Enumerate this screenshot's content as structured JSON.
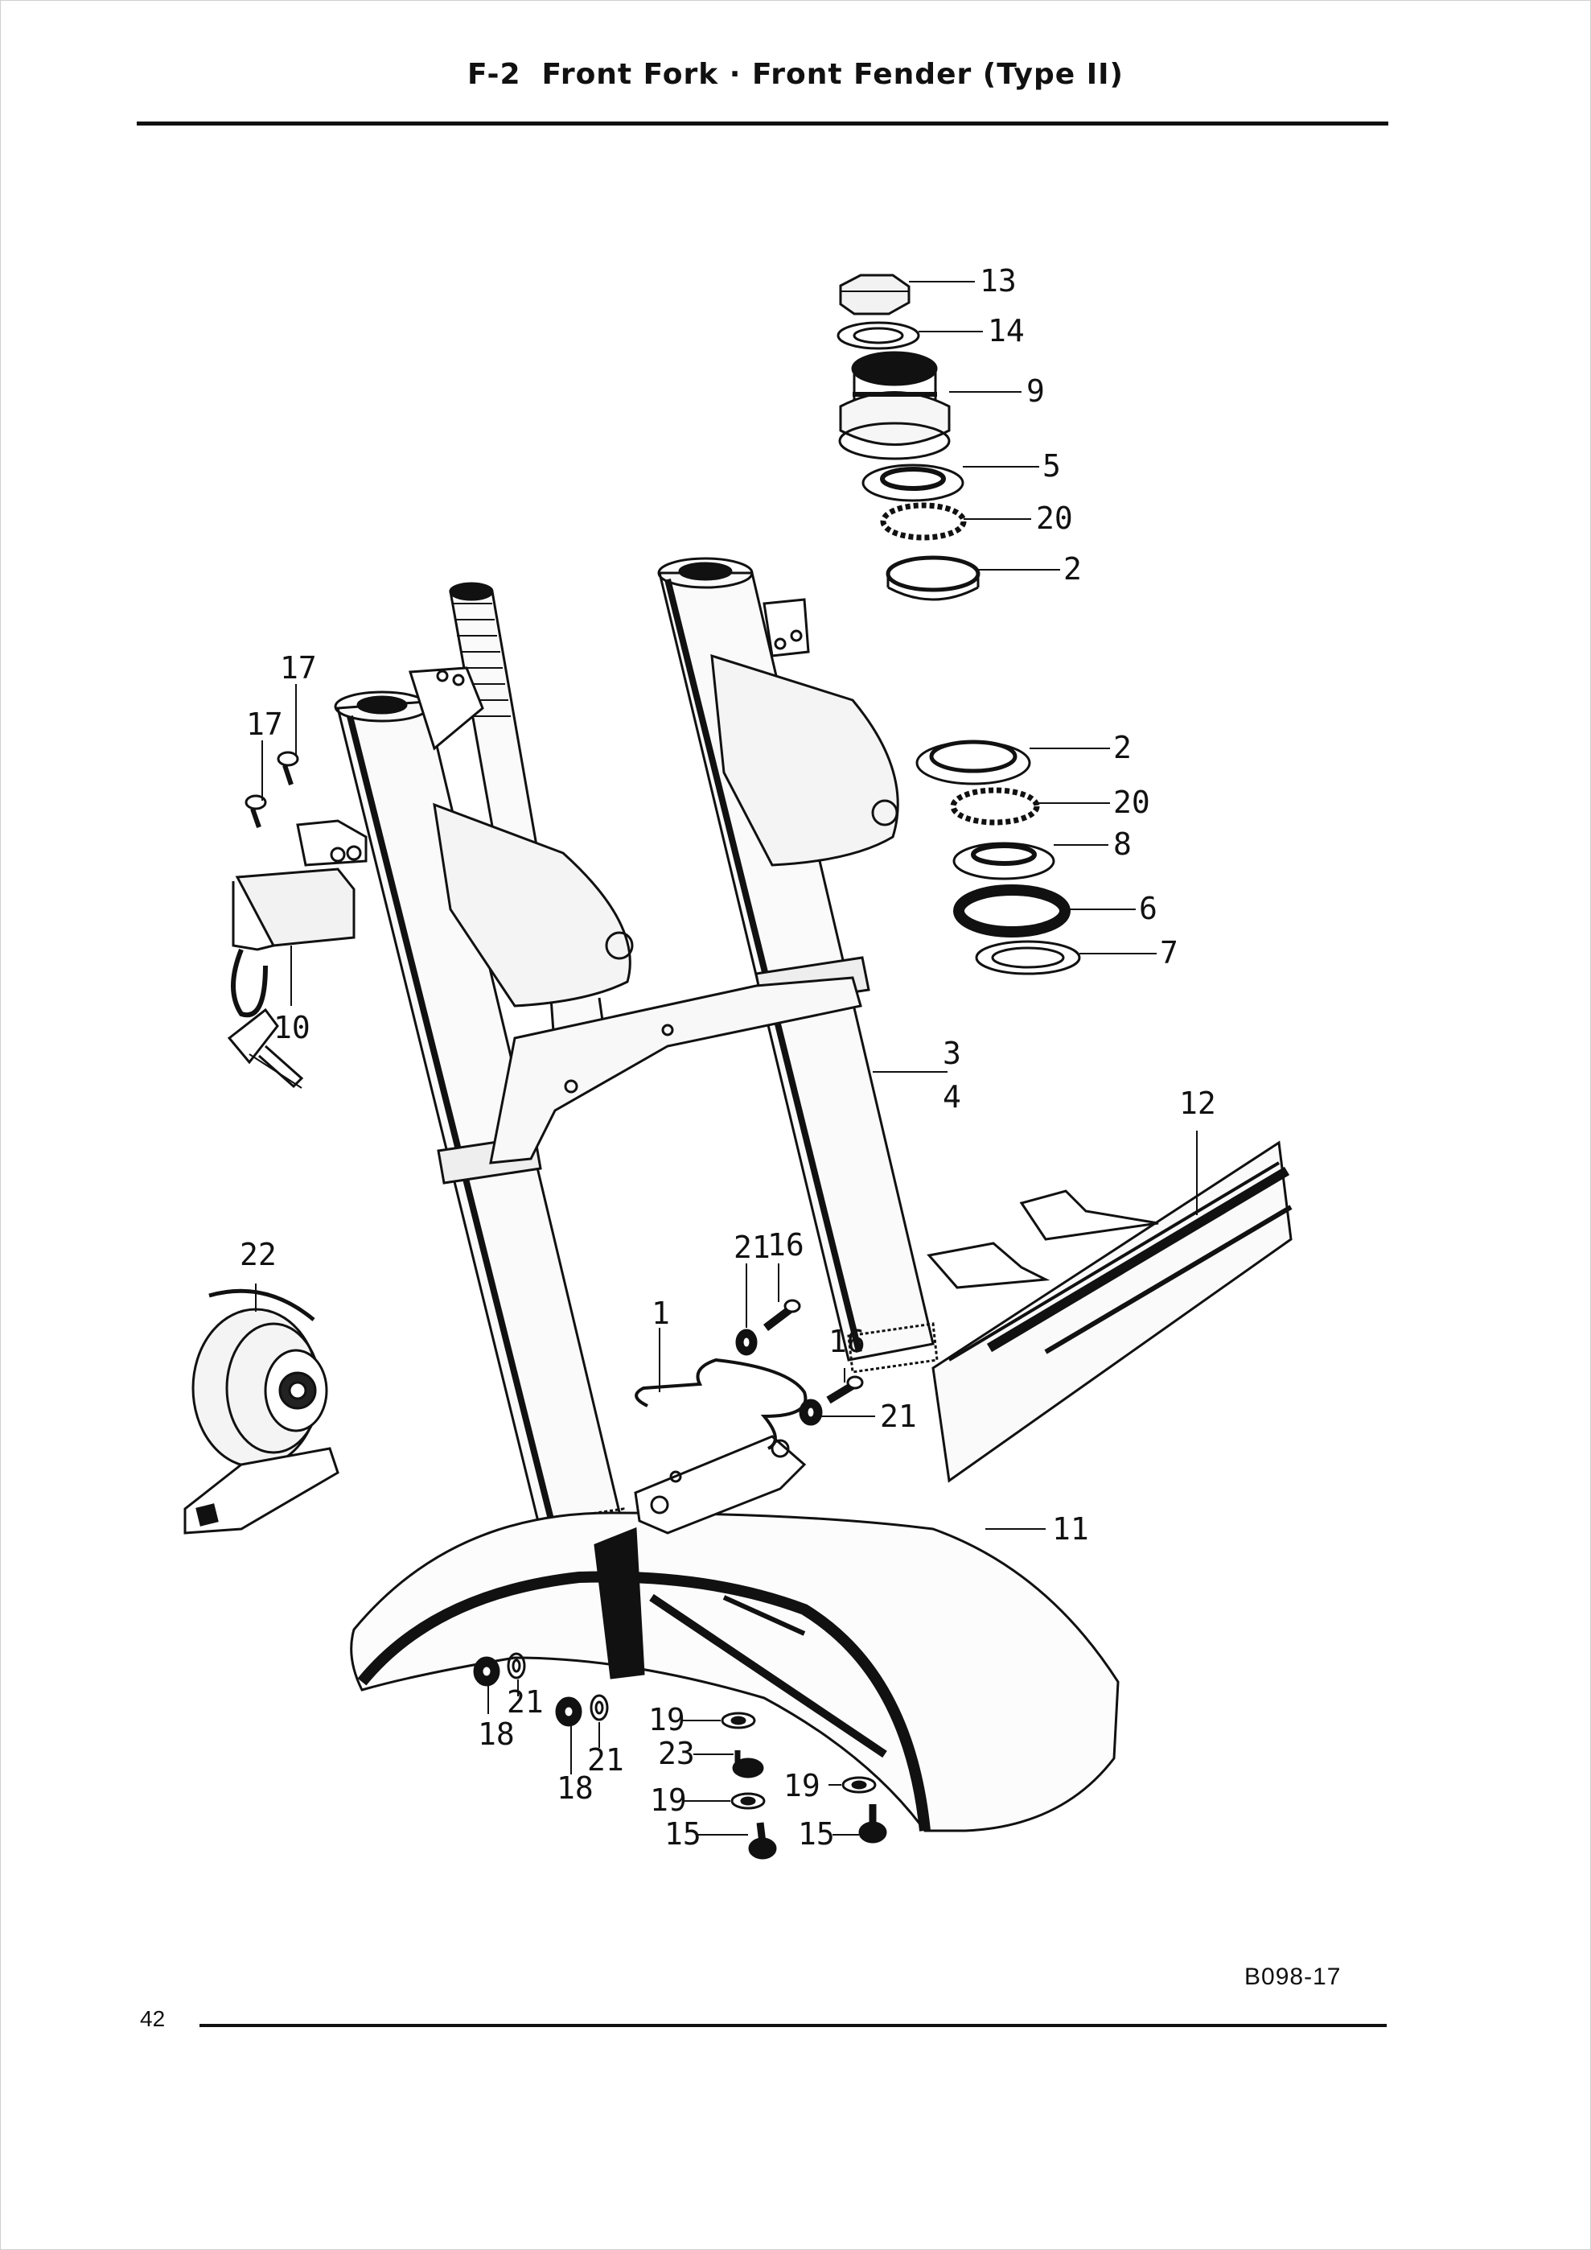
{
  "header": {
    "code": "F-2",
    "title": "Front Fork · Front Fender (Type II)"
  },
  "footer": {
    "page_number": "42",
    "reference": "B098-17"
  },
  "callouts": [
    "13",
    "14",
    "9",
    "5",
    "20",
    "2",
    "2",
    "20",
    "8",
    "6",
    "7",
    "17",
    "17",
    "10",
    "3",
    "4",
    "12",
    "22",
    "21",
    "16",
    "1",
    "16",
    "21",
    "11",
    "18",
    "21",
    "18",
    "21",
    "19",
    "23",
    "19",
    "15",
    "19",
    "15"
  ]
}
